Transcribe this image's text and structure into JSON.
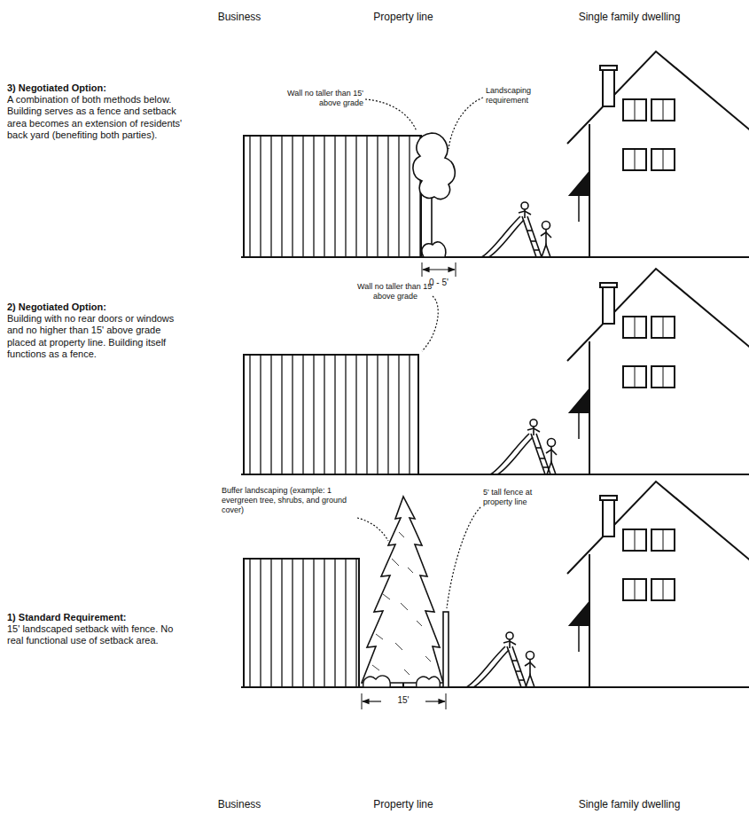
{
  "diagram": {
    "labels": [
      "Business",
      "Property line",
      "Single family dwelling",
      "3) Negotiated Option:",
      "A combination of both methods below. Building serves as a fence and setback area becomes an extension of residents' back yard (benefiting both parties).",
      "Wall no taller than 15' above grade",
      "Landscaping requirement",
      "0 - 5'",
      "2) Negotiated Option:",
      "Building with no rear doors or windows and no higher than 15' above grade placed at property line. Building itself functions as a fence.",
      "Wall no taller than 15' above grade",
      "Buffer landscaping (example: 1 evergreen tree, shrubs, and ground cover)",
      "5' tall fence at property line",
      "1) Standard Requirement:",
      "15' landscaped setback with fence. No real functional use of setback area.",
      "15'",
      "Business",
      "Property line",
      "Single family dwelling"
    ]
  }
}
